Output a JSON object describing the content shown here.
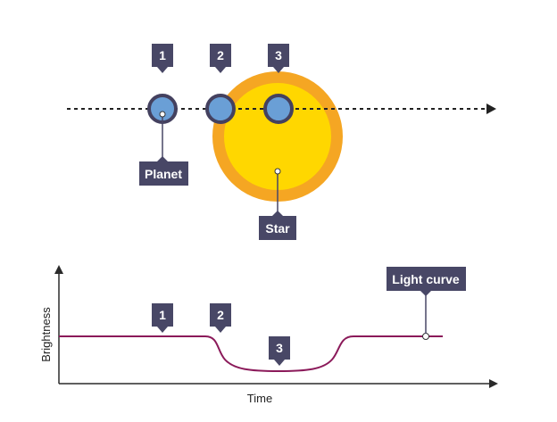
{
  "colors": {
    "tag_bg": "#484766",
    "planet_fill": "#6a9fd6",
    "planet_stroke": "#44415f",
    "star_outer": "#f5a623",
    "star_inner": "#ffd700",
    "curve": "#8b1a5a",
    "axis": "#2a2a2a",
    "path_line": "#222222"
  },
  "top": {
    "markers": [
      "1",
      "2",
      "3"
    ],
    "planet_label": "Planet",
    "star_label": "Star"
  },
  "graph": {
    "markers": [
      "1",
      "2",
      "3"
    ],
    "y_label": "Brightness",
    "x_label": "Time",
    "curve_label": "Light curve"
  }
}
